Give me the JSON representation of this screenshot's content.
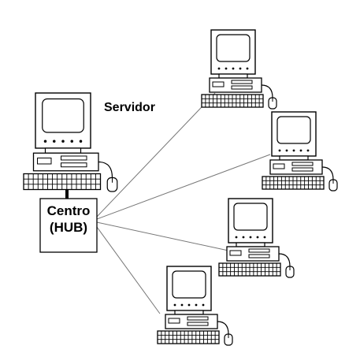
{
  "server": {
    "label": "Servidor"
  },
  "hub": {
    "line1": "Centro",
    "line2": "(HUB)"
  },
  "colors": {
    "stroke": "#000000",
    "link": "#777777",
    "background": "#ffffff"
  },
  "nodes": [
    {
      "name": "server",
      "icon": "computer-icon"
    },
    {
      "name": "client-1",
      "icon": "computer-icon"
    },
    {
      "name": "client-2",
      "icon": "computer-icon"
    },
    {
      "name": "client-3",
      "icon": "computer-icon"
    },
    {
      "name": "client-4",
      "icon": "computer-icon"
    }
  ]
}
